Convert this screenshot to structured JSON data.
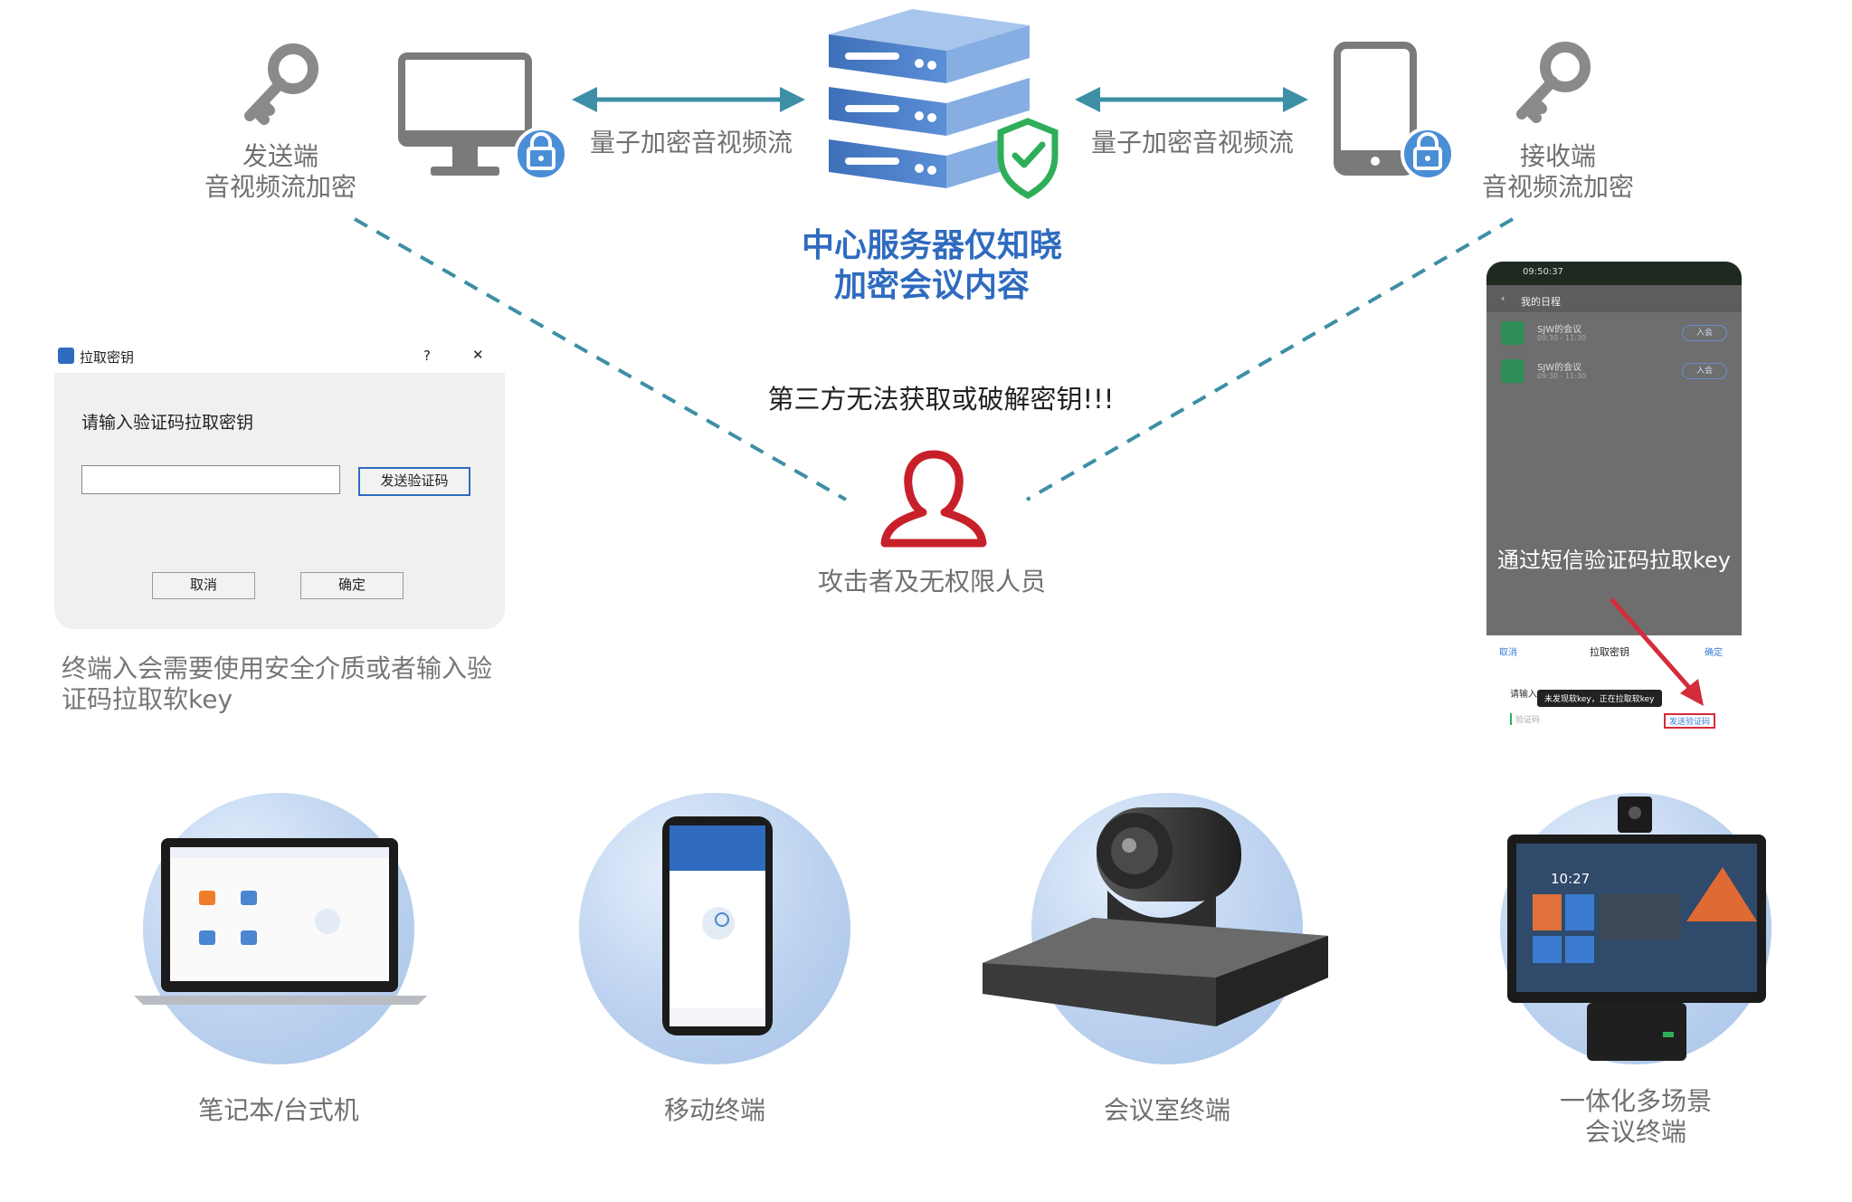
{
  "sender": {
    "line1": "发送端",
    "line2": "音视频流加密"
  },
  "receiver": {
    "line1": "接收端",
    "line2": "音视频流加密"
  },
  "flow_left": "量子加密音视频流",
  "flow_right": "量子加密音视频流",
  "server": {
    "line1": "中心服务器仅知晓",
    "line2": "加密会议内容"
  },
  "warning": "第三方无法获取或破解密钥!!!",
  "attacker": "攻击者及无权限人员",
  "dialog": {
    "title": "拉取密钥",
    "help": "?",
    "close": "✕",
    "prompt": "请输入验证码拉取密钥",
    "input_value": "",
    "send_button": "发送验证码",
    "cancel_button": "取消",
    "ok_button": "确定"
  },
  "dialog_note": {
    "line1": "终端入会需要使用安全介质或者输入验",
    "line2": "证码拉取软key"
  },
  "phone": {
    "time": "09:50:37",
    "header": "我的日程",
    "meetings": [
      {
        "name": "SJW的会议",
        "time": "09:30 - 11:30",
        "action": "入会"
      },
      {
        "name": "SJW的会议",
        "time": "09:30 - 11:30",
        "action": "入会"
      }
    ],
    "overlay": "通过短信验证码拉取key",
    "sheet_cancel": "取消",
    "sheet_title": "拉取密钥",
    "sheet_ok": "确定",
    "sheet_prompt": "请输入",
    "toast": "未发现软key，正在拉取软key",
    "code_placeholder": "验证码",
    "send_code": "发送验证码"
  },
  "devices": [
    {
      "label": "笔记本/台式机"
    },
    {
      "label": "移动终端"
    },
    {
      "label": "会议室终端"
    },
    {
      "line1": "一体化多场景",
      "line2": "会议终端"
    }
  ],
  "screen_time": "10:27",
  "colors": {
    "arrow": "#3d8fa6",
    "server_blue": "#3e6fb9",
    "shield_green": "#2fae5a",
    "attacker_red": "#c8202a",
    "title_blue": "#2f6bbf"
  }
}
